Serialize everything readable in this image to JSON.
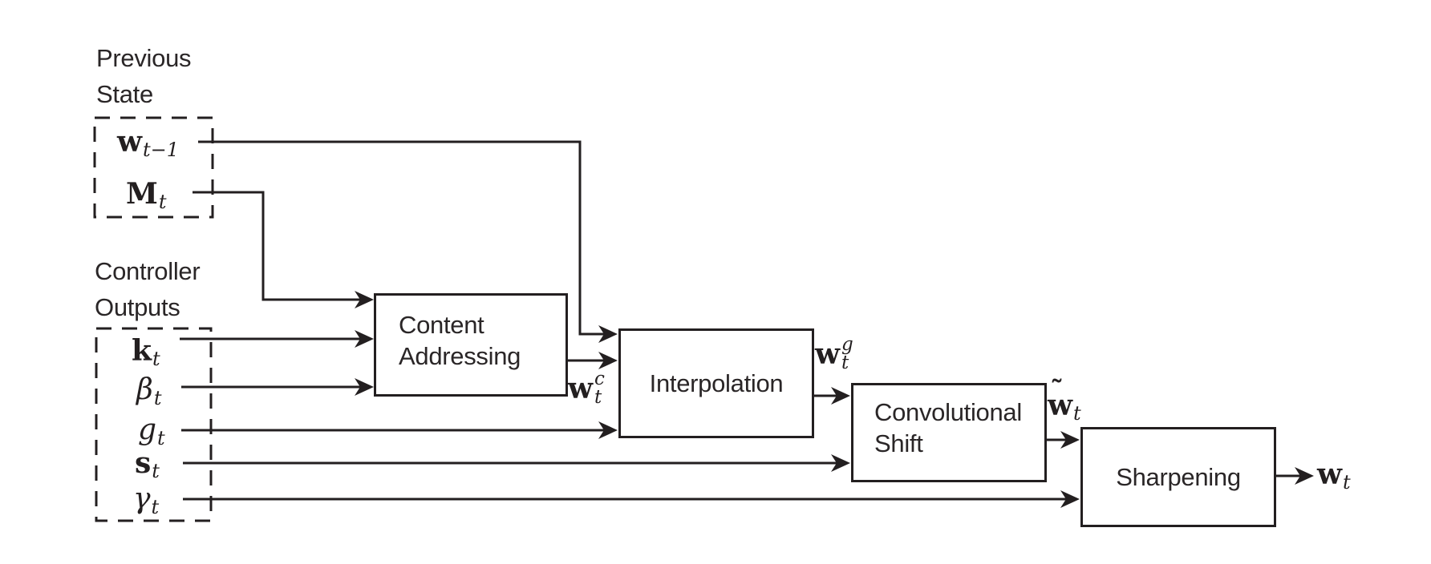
{
  "diagram": {
    "colors": {
      "ink": "#231f20",
      "box_text": "#2a2627",
      "background": "#ffffff"
    },
    "previous_state": {
      "line1": "Previous",
      "line2": "State"
    },
    "controller_outputs": {
      "line1": "Controller",
      "line2": "Outputs"
    },
    "boxes": {
      "content_addressing": {
        "line1": "Content",
        "line2": "Addressing"
      },
      "interpolation": {
        "label": "Interpolation"
      },
      "convolutional_shift": {
        "line1": "Convolutional",
        "line2": "Shift"
      },
      "sharpening": {
        "label": "Sharpening"
      }
    },
    "variables": {
      "w_prev": {
        "base": "w",
        "sub": "t−1"
      },
      "M_t": {
        "base": "M",
        "sub": "t"
      },
      "k_t": {
        "base": "k",
        "sub": "t"
      },
      "beta_t": {
        "base": "β",
        "sub": "t"
      },
      "g_t": {
        "base": "g",
        "sub": "t"
      },
      "s_t": {
        "base": "s",
        "sub": "t"
      },
      "gamma_t": {
        "base": "γ",
        "sub": "t"
      },
      "w_c": {
        "base": "w",
        "sup": "c",
        "sub": "t"
      },
      "w_g": {
        "base": "w",
        "sup": "g",
        "sub": "t"
      },
      "w_tilde": {
        "base": "w",
        "accent": "˜",
        "sub": "t"
      },
      "w_out": {
        "base": "w",
        "sub": "t"
      }
    }
  }
}
